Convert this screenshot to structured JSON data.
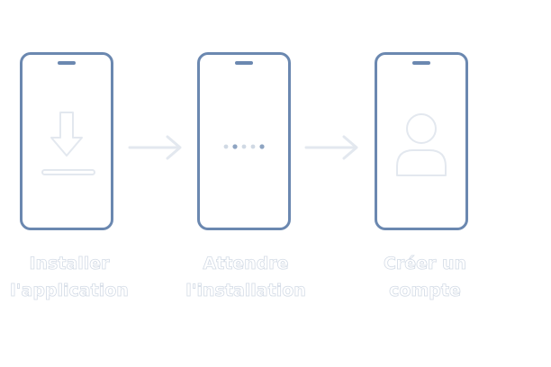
{
  "steps": [
    {
      "label": "Installer\nl'application",
      "icon": "download-icon"
    },
    {
      "label": "Attendre\nl'installation",
      "icon": "loading-dots-icon"
    },
    {
      "label": "Créer un\ncompte",
      "icon": "user-icon"
    }
  ],
  "colors": {
    "phone_frame": "#6b88b0",
    "icon_fill": "#ffffff",
    "icon_stroke": "#e3e8ef",
    "dot_dark": "#8ea4c2",
    "dot_light": "#d0d9e4",
    "label_stroke": "#d3dbe6"
  }
}
